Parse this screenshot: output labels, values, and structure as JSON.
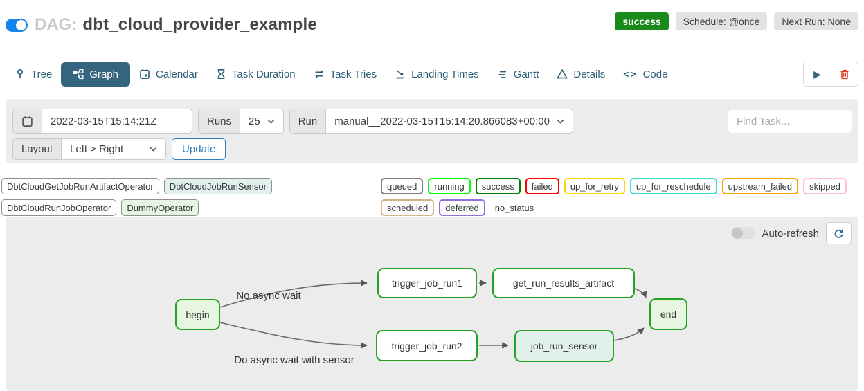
{
  "header": {
    "dag_prefix": "DAG:",
    "dag_title": "dbt_cloud_provider_example",
    "status_badge": "success",
    "schedule_badge": "Schedule: @once",
    "next_run_badge": "Next Run: None"
  },
  "tabs": [
    {
      "label": "Tree"
    },
    {
      "label": "Graph",
      "active": true
    },
    {
      "label": "Calendar"
    },
    {
      "label": "Task Duration"
    },
    {
      "label": "Task Tries"
    },
    {
      "label": "Landing Times"
    },
    {
      "label": "Gantt"
    },
    {
      "label": "Details"
    },
    {
      "label": "Code"
    }
  ],
  "filters": {
    "base_date_value": "2022-03-15T15:14:21Z",
    "runs_label": "Runs",
    "runs_value": "25",
    "run_label": "Run",
    "run_value": "manual__2022-03-15T15:14:20.866083+00:00",
    "find_task_placeholder": "Find Task...",
    "layout_label": "Layout",
    "layout_value": "Left > Right",
    "update_label": "Update"
  },
  "legend": {
    "operators": [
      {
        "label": "DbtCloudGetJobRunArtifactOperator",
        "color": "#ffffff"
      },
      {
        "label": "DbtCloudJobRunSensor",
        "color": "#e1f0ee"
      },
      {
        "label": "DbtCloudRunJobOperator",
        "color": "#ffffff"
      },
      {
        "label": "DummyOperator",
        "color": "#e6f6e2"
      }
    ],
    "statuses": [
      {
        "label": "queued",
        "color": "#808080"
      },
      {
        "label": "running",
        "color": "#00ff00"
      },
      {
        "label": "success",
        "color": "#008000"
      },
      {
        "label": "failed",
        "color": "#ff0000"
      },
      {
        "label": "up_for_retry",
        "color": "#ffd700"
      },
      {
        "label": "up_for_reschedule",
        "color": "#40e0d0"
      },
      {
        "label": "upstream_failed",
        "color": "#ffa500"
      },
      {
        "label": "skipped",
        "color": "#ffc0cb"
      },
      {
        "label": "scheduled",
        "color": "#d2b48c"
      },
      {
        "label": "deferred",
        "color": "#9370db"
      },
      {
        "label": "no_status",
        "color": "none"
      }
    ]
  },
  "graph_panel": {
    "auto_refresh_label": "Auto-refresh",
    "nodes": [
      {
        "id": "begin",
        "label": "begin",
        "fill": "#e7f6e1",
        "border": "#23a223"
      },
      {
        "id": "trigger_job_run1",
        "label": "trigger_job_run1",
        "fill": "#ffffff",
        "border": "#23a223"
      },
      {
        "id": "get_run_results_artifact",
        "label": "get_run_results_artifact",
        "fill": "#ffffff",
        "border": "#23a223"
      },
      {
        "id": "trigger_job_run2",
        "label": "trigger_job_run2",
        "fill": "#ffffff",
        "border": "#23a223"
      },
      {
        "id": "job_run_sensor",
        "label": "job_run_sensor",
        "fill": "#e2f0ec",
        "border": "#23a223"
      },
      {
        "id": "end",
        "label": "end",
        "fill": "#e7f6e1",
        "border": "#23a223"
      }
    ],
    "edge_labels": [
      {
        "text": "No async wait"
      },
      {
        "text": "Do async wait with sensor"
      }
    ],
    "edges": [
      {
        "from": "begin",
        "to": "trigger_job_run1"
      },
      {
        "from": "begin",
        "to": "trigger_job_run2"
      },
      {
        "from": "trigger_job_run1",
        "to": "get_run_results_artifact"
      },
      {
        "from": "trigger_job_run2",
        "to": "job_run_sensor"
      },
      {
        "from": "get_run_results_artifact",
        "to": "end"
      },
      {
        "from": "job_run_sensor",
        "to": "end"
      }
    ]
  }
}
